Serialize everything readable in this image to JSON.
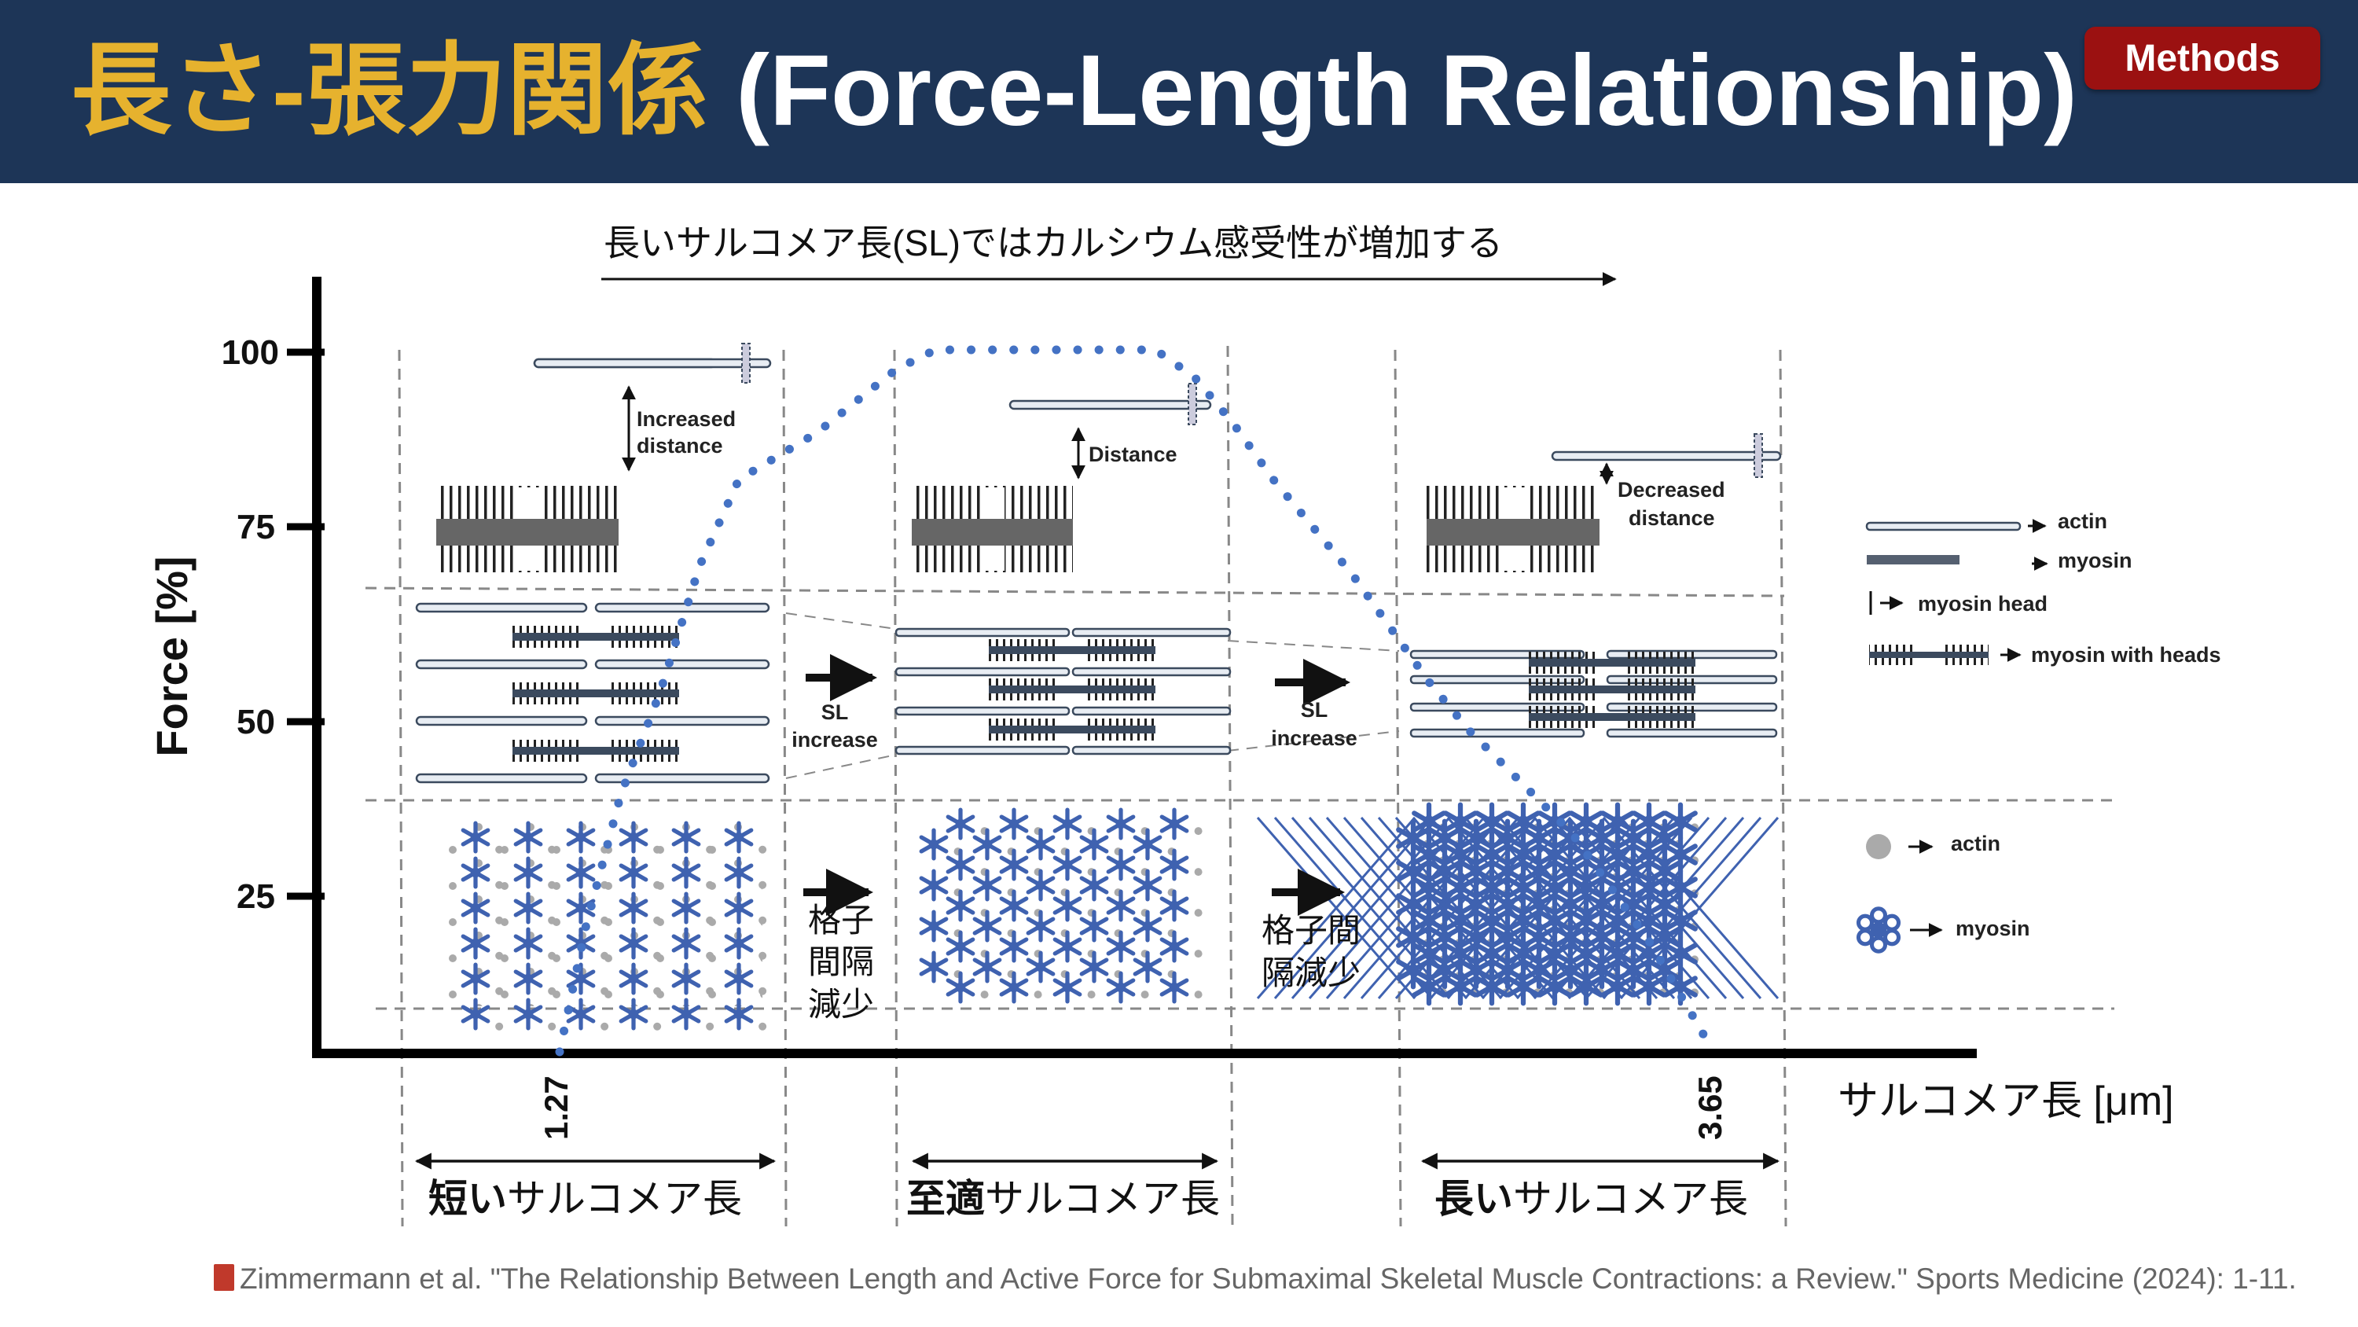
{
  "header": {
    "title_ja": "長さ-張力関係",
    "title_en": " (Force-Length Relationship)",
    "badge": "Methods"
  },
  "diagram": {
    "top_caption": "長いサルコメア長(SL)ではカルシウム感受性が増加する",
    "y_axis_label": "Force [%]",
    "y_ticks": [
      "100",
      "75",
      "50",
      "25"
    ],
    "x_axis_label": "サルコメア長 [μm]",
    "x_ticks": [
      "1.27",
      "3.65"
    ],
    "annotations": {
      "increased_distance": [
        "Increased",
        "distance"
      ],
      "distance": "Distance",
      "decreased_distance": [
        "Decreased",
        "distance"
      ],
      "sl_increase_1": [
        "SL",
        "increase"
      ],
      "sl_increase_2": [
        "SL",
        "increase"
      ],
      "lattice_1": [
        "格子",
        "間隔",
        "減少"
      ],
      "lattice_2": [
        "格子間",
        "隔減少"
      ]
    },
    "legend": {
      "actin": "actin",
      "myosin": "myosin",
      "myosin_head": "myosin head",
      "myosin_with_heads": "myosin with heads",
      "actin_dot": "actin",
      "myosin_star": "myosin"
    },
    "regions": [
      {
        "bold": "短い",
        "rest": "サルコメア長"
      },
      {
        "bold": "至適",
        "rest": "サルコメア長"
      },
      {
        "bold": "長い",
        "rest": "サルコメア長"
      }
    ],
    "colors": {
      "curve": "#4472c4",
      "star": "#3f62b0",
      "actin_dot": "#aaaaaa"
    }
  },
  "citation": "Zimmermann et al. \"The Relationship Between Length and Active Force for Submaximal Skeletal Muscle Contractions: a Review.\" Sports Medicine (2024): 1-11."
}
